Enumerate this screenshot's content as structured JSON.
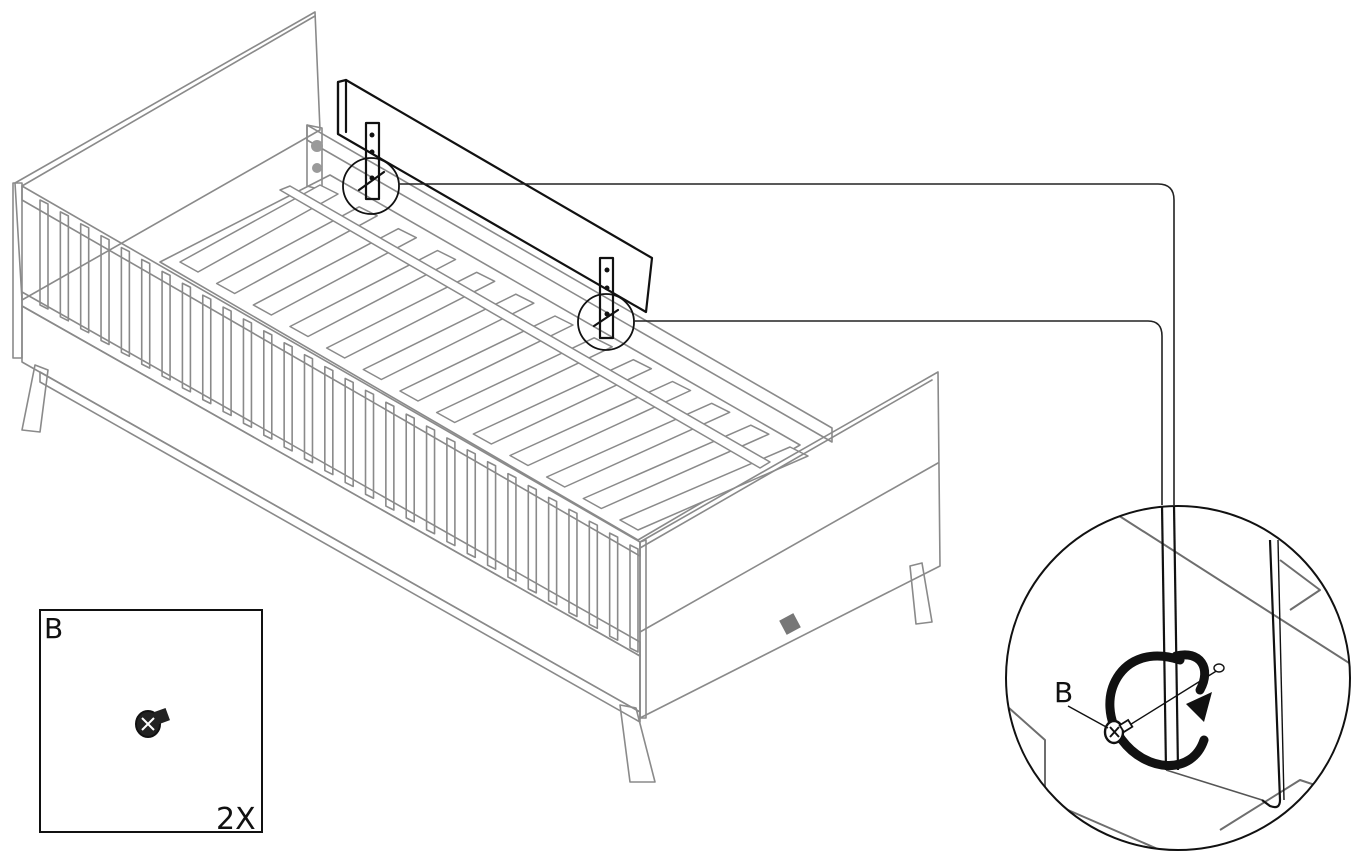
{
  "parts_box": {
    "letter": "B",
    "quantity": "2X"
  },
  "detail_view": {
    "callout_letter": "B"
  },
  "colors": {
    "line_dark": "#111111",
    "line_light": "#8a8a8a",
    "background": "#ffffff"
  },
  "icons": [
    "screw-icon",
    "rotate-arrow-icon"
  ]
}
